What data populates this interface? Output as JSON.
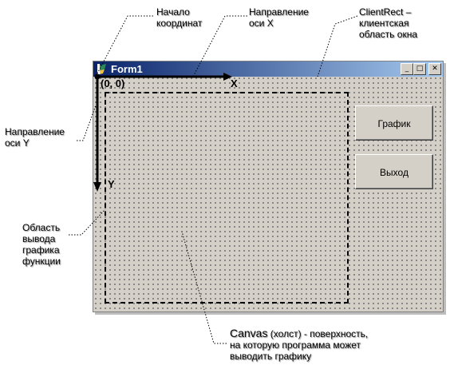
{
  "window": {
    "title": "Form1",
    "minimize_glyph": "_",
    "maximize_glyph": "□",
    "close_glyph": "✕",
    "buttons": [
      {
        "label": "График"
      },
      {
        "label": "Выход"
      }
    ]
  },
  "axes": {
    "origin_label": "(0, 0)",
    "x_label": "X",
    "y_label": "Y"
  },
  "annotations": {
    "origin": [
      "Начало",
      "координат"
    ],
    "x_direction": [
      "Направление",
      "оси X"
    ],
    "clientrect": [
      "ClientRect –",
      "клиентская",
      "область окна"
    ],
    "y_direction": [
      "Направление",
      "оси Y"
    ],
    "plot_area": [
      "Область",
      "вывода",
      "графика",
      "функции"
    ],
    "canvas_title": "Canvas",
    "canvas_rest": " (холст) - поверхность,",
    "canvas_lines": [
      "на которую программа может",
      "выводить графику"
    ]
  },
  "icons": [
    "app-icon",
    "minimize-icon",
    "maximize-icon",
    "close-icon"
  ]
}
